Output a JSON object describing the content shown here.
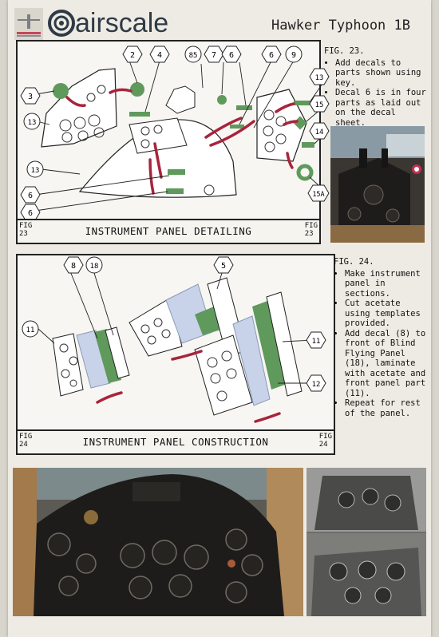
{
  "header": {
    "brand": "airscale",
    "title": "Hawker Typhoon 1B"
  },
  "fig23": {
    "title": "INSTRUMENT PANEL DETAILING",
    "tag_prefix": "FIG",
    "tag_num": "23",
    "notes_heading": "FIG. 23.",
    "notes": [
      "Add decals to parts shown using key.",
      "Decal 6 is in four parts as laid out on the decal sheet."
    ],
    "callouts": [
      "2",
      "4",
      "85",
      "7",
      "6",
      "6",
      "9",
      "3",
      "13",
      "13",
      "14",
      "15",
      "14",
      "6",
      "6",
      "15A"
    ]
  },
  "fig24": {
    "title": "INSTRUMENT PANEL CONSTRUCTION",
    "tag_prefix": "FIG",
    "tag_num": "24",
    "notes_heading": "FIG. 24.",
    "notes": [
      "Make instrument panel in sections.",
      "Cut acetate using templates provided.",
      "Add decal (8) to front of Blind Flying Panel (18), laminate with acetate and front panel part (11).",
      "Repeat for rest of the panel."
    ],
    "callouts": [
      "8",
      "18",
      "5",
      "11",
      "11",
      "12"
    ]
  },
  "colors": {
    "decal_green": "#5f9a5c",
    "acetate_blue": "#c8d3ea",
    "arrow_red": "#a8243c"
  }
}
